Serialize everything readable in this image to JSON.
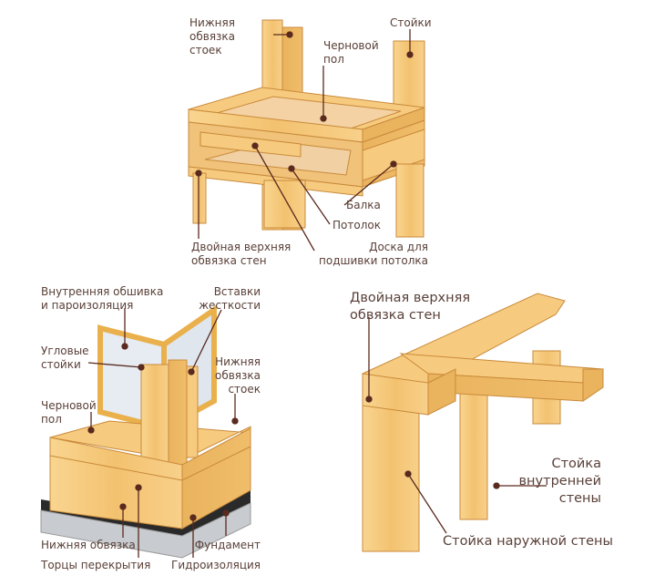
{
  "colors": {
    "wood": "#f7cb7f",
    "wood_dark": "#e2a552",
    "outline": "#c98a3a",
    "label": "#5a4038",
    "leader": "#5a2a1e",
    "foundation": "#c8cbcf",
    "waterproofing": "#2a2a2a",
    "sheathing": "#e9b04c",
    "vapor": "#e6ecf2"
  },
  "floor_assembly": {
    "labels": {
      "bottom_plate_studs": "Нижняя\nобвязка\nстоек",
      "subfloor": "Черновой\nпол",
      "studs": "Стойки",
      "joist": "Балка",
      "ceiling": "Потолок",
      "double_top_plate": "Двойная верхняя\nобвязка стен",
      "ceiling_board": "Доска для\nподшивки потолка"
    }
  },
  "corner_assembly": {
    "labels": {
      "inner_sheathing": "Внутренняя обшивка\nи пароизоляция",
      "stiffeners": "Вставки\nжесткости",
      "corner_studs": "Угловые\nстойки",
      "bottom_plate_studs": "Нижняя\nобвязка\nстоек",
      "subfloor": "Черновой\nпол",
      "sill_plate": "Нижняя обвязка",
      "floor_ends": "Торцы перекрытия",
      "foundation": "Фундамент",
      "waterproofing": "Гидроизоляция"
    }
  },
  "top_plate_assembly": {
    "labels": {
      "double_top_plate": "Двойная верхняя\nобвязка стен",
      "interior_wall_stud": "Стойка\nвнутренней\nстены",
      "exterior_wall_stud": "Стойка наружной стены"
    }
  }
}
